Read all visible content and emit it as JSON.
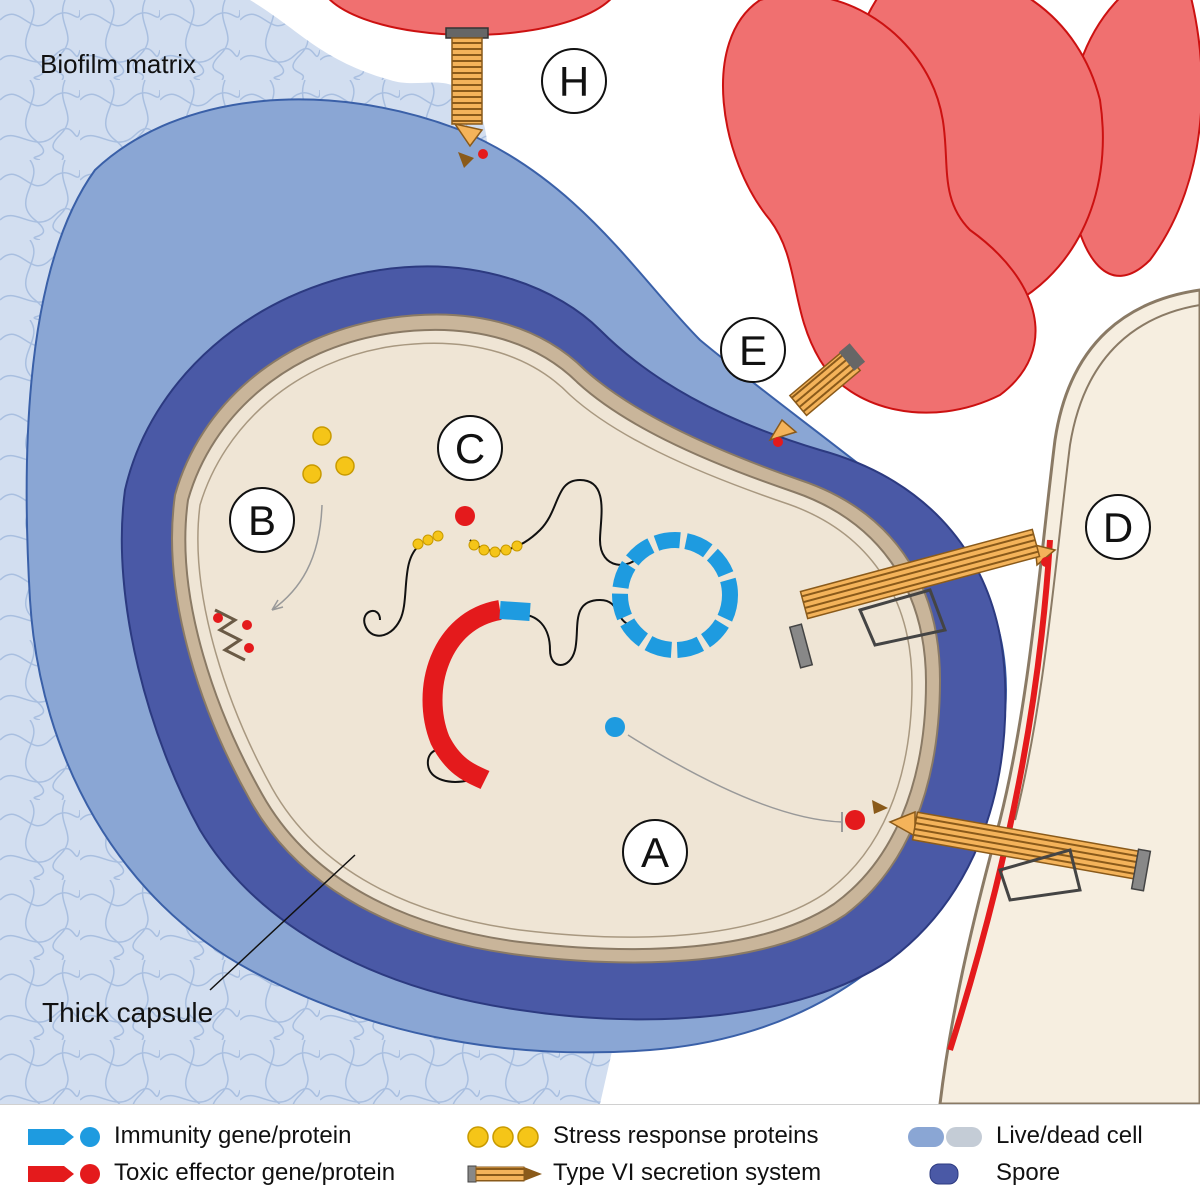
{
  "labels": {
    "biofilm_matrix": "Biofilm matrix",
    "thick_capsule": "Thick capsule"
  },
  "panels": {
    "a": "A",
    "b": "B",
    "c": "C",
    "d": "D",
    "e": "E",
    "h": "H"
  },
  "legend": {
    "immunity": "Immunity gene/protein",
    "toxic": "Toxic effector gene/protein",
    "stress": "Stress response proteins",
    "t6ss": "Type VI secretion system",
    "live_dead": "Live/dead cell",
    "spore": "Spore"
  },
  "colors": {
    "immunity_blue": "#1e9be0",
    "toxic_red": "#e41a1c",
    "stress_yellow": "#f5c518",
    "capsule_blue": "#8aa6d4",
    "spore_navy": "#4a59a6",
    "cytoplasm": "#efe5d5",
    "attacker_red": "#f07070",
    "matrix_bg": "#d2def0",
    "t6ss_orange": "#f4b35a"
  }
}
